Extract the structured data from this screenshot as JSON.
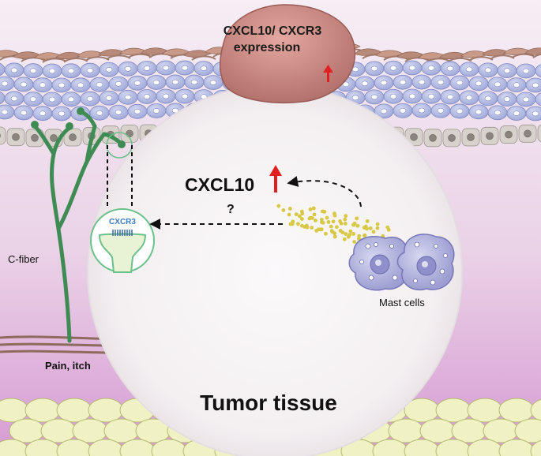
{
  "labels": {
    "tumor_expression_line1": "CXCL10/ CXCR3",
    "tumor_expression_line2": "expression",
    "cxcl10": "CXCL10",
    "question": "?",
    "cxcr3": "CXCR3",
    "c_fiber": "C-fiber",
    "mast_cells": "Mast cells",
    "pain_itch": "Pain, itch",
    "tumor_tissue": "Tumor tissue"
  },
  "colors": {
    "background_top": "#f6eef4",
    "background_bottom": "#d79bd3",
    "keratinocyte": "#b3bbe3",
    "keratinocyte_nucleus": "#ffffff",
    "basal_cell": "#d7d2cc",
    "stratum_corneum": "#b98a79",
    "tumor_mass": "#c07c76",
    "nerve": "#3f8b54",
    "adipocyte": "#f0f2c4",
    "granule": "#d8c845",
    "mast_cell": "#aeb0dc",
    "up_arrow": "#e02020",
    "cxcr3_text": "#3a7bbf",
    "receptor_outline": "#6cc08a"
  },
  "icons": [
    "up-arrow-icon",
    "dashed-arrow-icon"
  ]
}
